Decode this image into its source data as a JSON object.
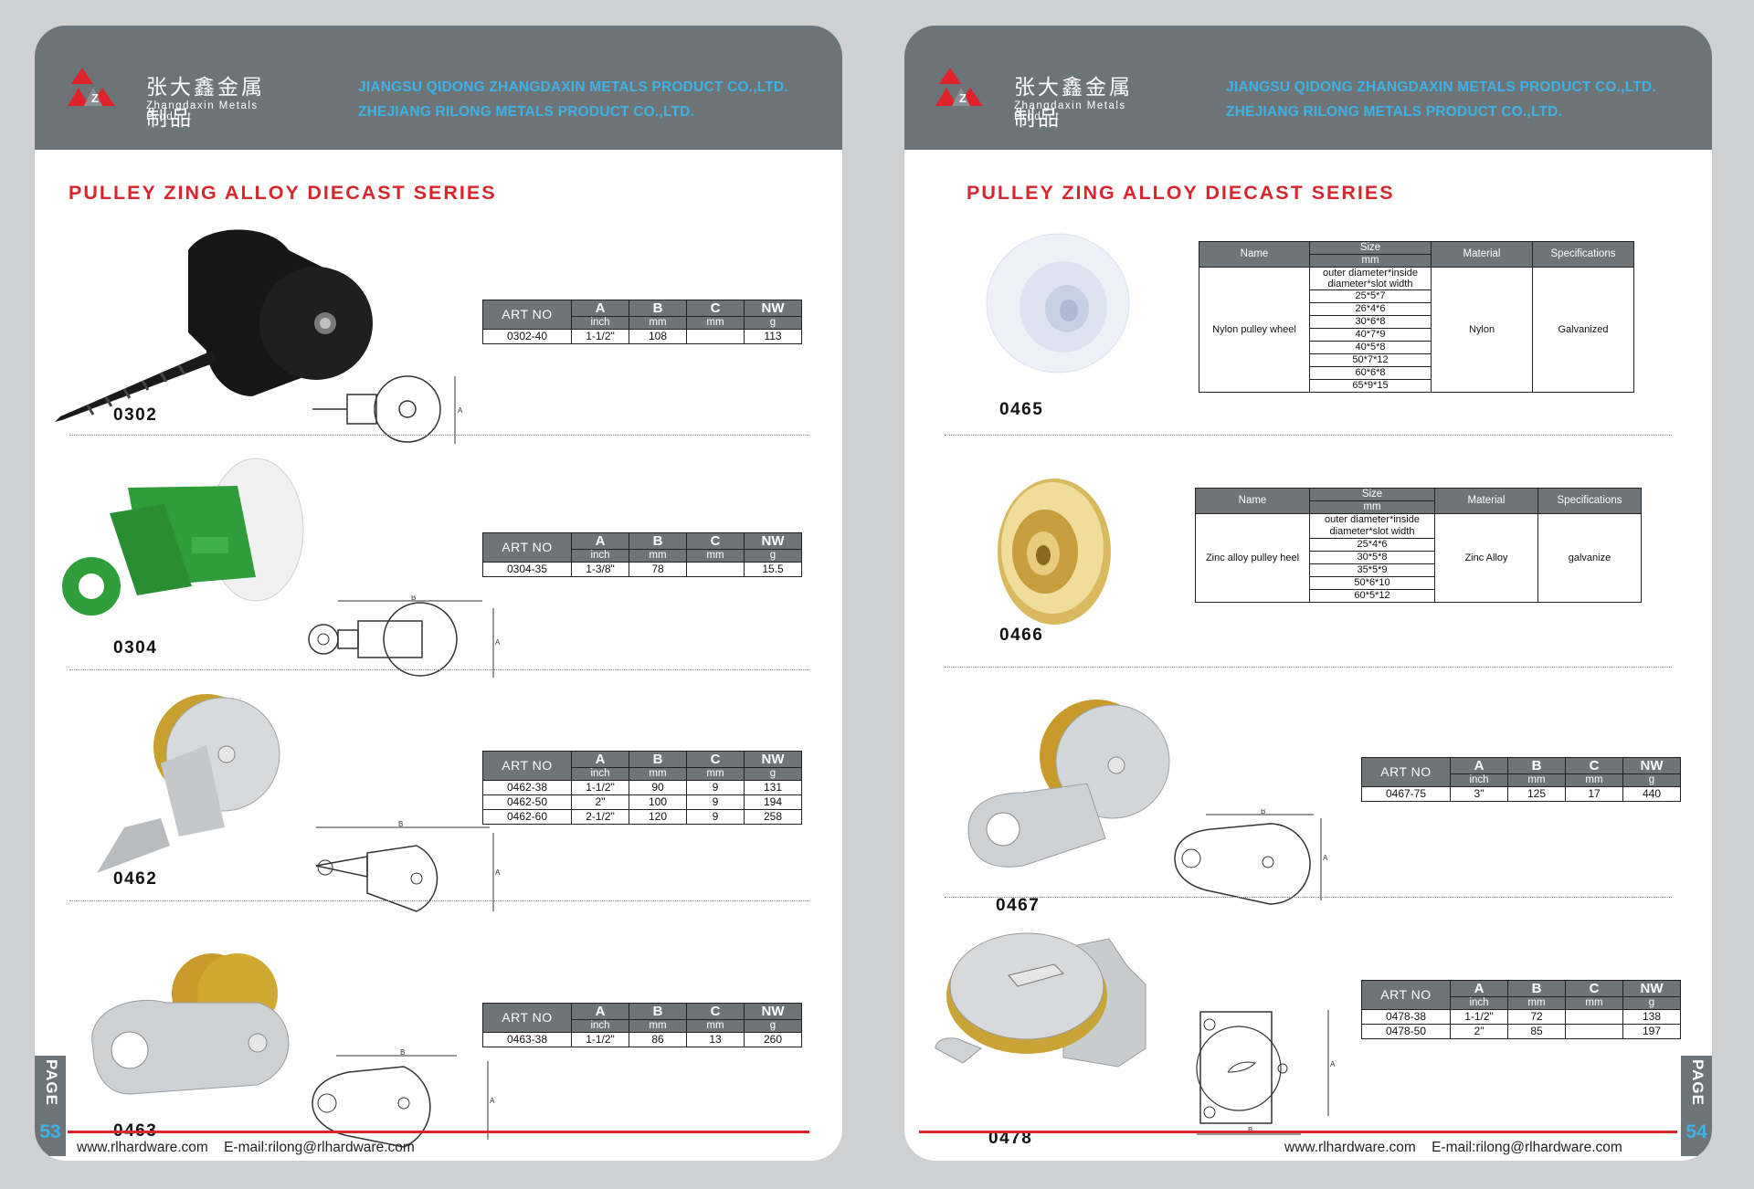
{
  "brand": {
    "name_cn": "张大鑫金属制品",
    "name_en": "Zhangdaxin Metals Product",
    "logo_letter": "Z",
    "company_1": "JIANGSU QIDONG ZHANGDAXIN METALS PRODUCT CO.,LTD.",
    "company_2": "ZHEJIANG RILONG METALS PRODUCT CO.,LTD."
  },
  "colors": {
    "header": "#6d7478",
    "accent_red": "#d8262e",
    "accent_blue": "#3fb3e6"
  },
  "series_title": "PULLEY ZING ALLOY DIECAST SERIES",
  "footer": {
    "website": "www.rlhardware.com",
    "email": "E-mail:rilong@rlhardware.com"
  },
  "page_label": "PAGE",
  "left": {
    "page_number": "53",
    "products": [
      {
        "code": "0302",
        "rows": [
          [
            "0302-40",
            "1-1/2\"",
            "108",
            "",
            "113"
          ]
        ]
      },
      {
        "code": "0304",
        "rows": [
          [
            "0304-35",
            "1-3/8\"",
            "78",
            "",
            "15.5"
          ]
        ]
      },
      {
        "code": "0462",
        "rows": [
          [
            "0462-38",
            "1-1/2\"",
            "90",
            "9",
            "131"
          ],
          [
            "0462-50",
            "2\"",
            "100",
            "9",
            "194"
          ],
          [
            "0462-60",
            "2-1/2\"",
            "120",
            "9",
            "258"
          ]
        ]
      },
      {
        "code": "0463",
        "rows": [
          [
            "0463-38",
            "1-1/2\"",
            "86",
            "13",
            "260"
          ]
        ]
      }
    ]
  },
  "right": {
    "page_number": "54",
    "products": [
      {
        "code": "0465"
      },
      {
        "code": "0466"
      },
      {
        "code": "0467",
        "rows": [
          [
            "0467-75",
            "3\"",
            "125",
            "17",
            "440"
          ]
        ]
      },
      {
        "code": "0478",
        "rows": [
          [
            "0478-38",
            "1-1/2\"",
            "72",
            "",
            "138"
          ],
          [
            "0478-50",
            "2\"",
            "85",
            "",
            "197"
          ]
        ]
      }
    ],
    "nylon_table": {
      "headers": {
        "name": "Name",
        "size": "Size",
        "size_unit": "mm",
        "material": "Material",
        "spec": "Specifications"
      },
      "name": "Nylon pulley wheel",
      "size_desc": "outer diameter*inside diameter*slot width",
      "sizes": [
        "25*5*7",
        "26*4*6",
        "30*6*8",
        "40*7*9",
        "40*5*8",
        "50*7*12",
        "60*6*8",
        "65*9*15"
      ],
      "material": "Nylon",
      "spec": "Galvanized"
    },
    "zinc_table": {
      "headers": {
        "name": "Name",
        "size": "Size",
        "size_unit": "mm",
        "material": "Material",
        "spec": "Specifications"
      },
      "name": "Zinc alloy  pulley heel",
      "size_desc": "outer diameter*inside diameter*slot width",
      "sizes": [
        "25*4*6",
        "30*5*8",
        "35*5*9",
        "50*6*10",
        "60*5*12"
      ],
      "material": "Zinc Alloy",
      "spec": "galvanize"
    }
  },
  "table_headers": {
    "art_no": "ART NO",
    "cols": [
      {
        "label": "A",
        "unit": "inch"
      },
      {
        "label": "B",
        "unit": "mm"
      },
      {
        "label": "C",
        "unit": "mm"
      },
      {
        "label": "NW",
        "unit": "g"
      }
    ]
  },
  "dim_labels": {
    "a": "A",
    "b": "B"
  }
}
